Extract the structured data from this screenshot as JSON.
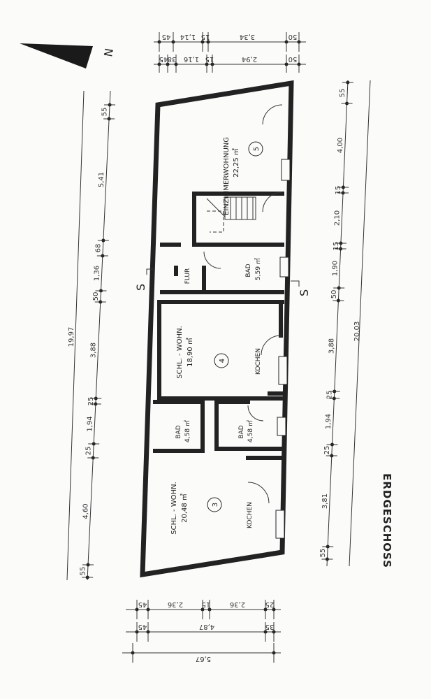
{
  "title": "ERDGESCHOSS",
  "north_label": "N",
  "section_mark": "S",
  "rooms": [
    {
      "id": "5",
      "name": "EINZIMMERWOHNUNG",
      "area": "22,25 ㎡"
    },
    {
      "id": "flur",
      "name": "FLUR",
      "area": ""
    },
    {
      "id": "bad-5",
      "name": "BAD",
      "area": "5,59 ㎡"
    },
    {
      "id": "4",
      "name": "SCHL. - WOHN.",
      "area": "18,90 ㎡"
    },
    {
      "id": "kochen-4",
      "name": "KOCHEN",
      "area": ""
    },
    {
      "id": "bad-4a",
      "name": "BAD",
      "area": "4,58 ㎡"
    },
    {
      "id": "bad-4b",
      "name": "BAD",
      "area": "4,58 ㎡"
    },
    {
      "id": "3",
      "name": "SCHL. - WOHN.",
      "area": "20,48 ㎡"
    },
    {
      "id": "kochen-3",
      "name": "KOCHEN",
      "area": ""
    }
  ],
  "dimensions": {
    "left_total": "19,97",
    "left_chain": [
      "55",
      "5,41",
      "68",
      "1,36",
      "50",
      "3,88",
      "25",
      "1,94",
      "25",
      "4,60",
      "55"
    ],
    "right_total": "20,03",
    "right_chain": [
      "55",
      "4,00",
      "15",
      "2,10",
      "15",
      "1,90",
      "50",
      "3,88",
      "25",
      "1,94",
      "25",
      "3,81",
      "55"
    ],
    "top_row1": [
      "45",
      "1,14",
      "15",
      "3,34",
      "50"
    ],
    "top_row2": [
      "45",
      "38",
      "1,16",
      "15",
      "2,94",
      "50"
    ],
    "bottom_row1": [
      "45",
      "2,36",
      "15",
      "2,36",
      "25"
    ],
    "bottom_row2": [
      "45",
      "4,87",
      "35"
    ],
    "bottom_row3": [
      "5,67"
    ]
  }
}
